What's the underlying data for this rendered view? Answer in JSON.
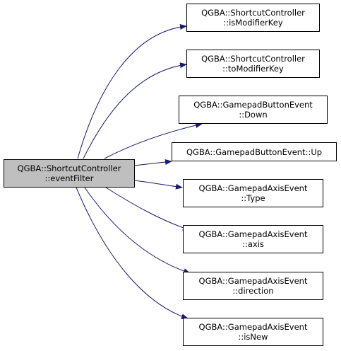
{
  "colors": {
    "edge": "#191970",
    "root_fill": "#bfbfbf",
    "node_fill": "#ffffff",
    "border": "#000000"
  },
  "root": {
    "line1": "QGBA::ShortcutController",
    "line2": "::eventFilter"
  },
  "callees": [
    {
      "line1": "QGBA::ShortcutController",
      "line2": "::isModifierKey"
    },
    {
      "line1": "QGBA::ShortcutController",
      "line2": "::toModifierKey"
    },
    {
      "line1": "QGBA::GamepadButtonEvent",
      "line2": "::Down"
    },
    {
      "line1": "QGBA::GamepadButtonEvent::Up",
      "line2": ""
    },
    {
      "line1": "QGBA::GamepadAxisEvent",
      "line2": "::Type"
    },
    {
      "line1": "QGBA::GamepadAxisEvent",
      "line2": "::axis"
    },
    {
      "line1": "QGBA::GamepadAxisEvent",
      "line2": "::direction"
    },
    {
      "line1": "QGBA::GamepadAxisEvent",
      "line2": "::isNew"
    }
  ]
}
